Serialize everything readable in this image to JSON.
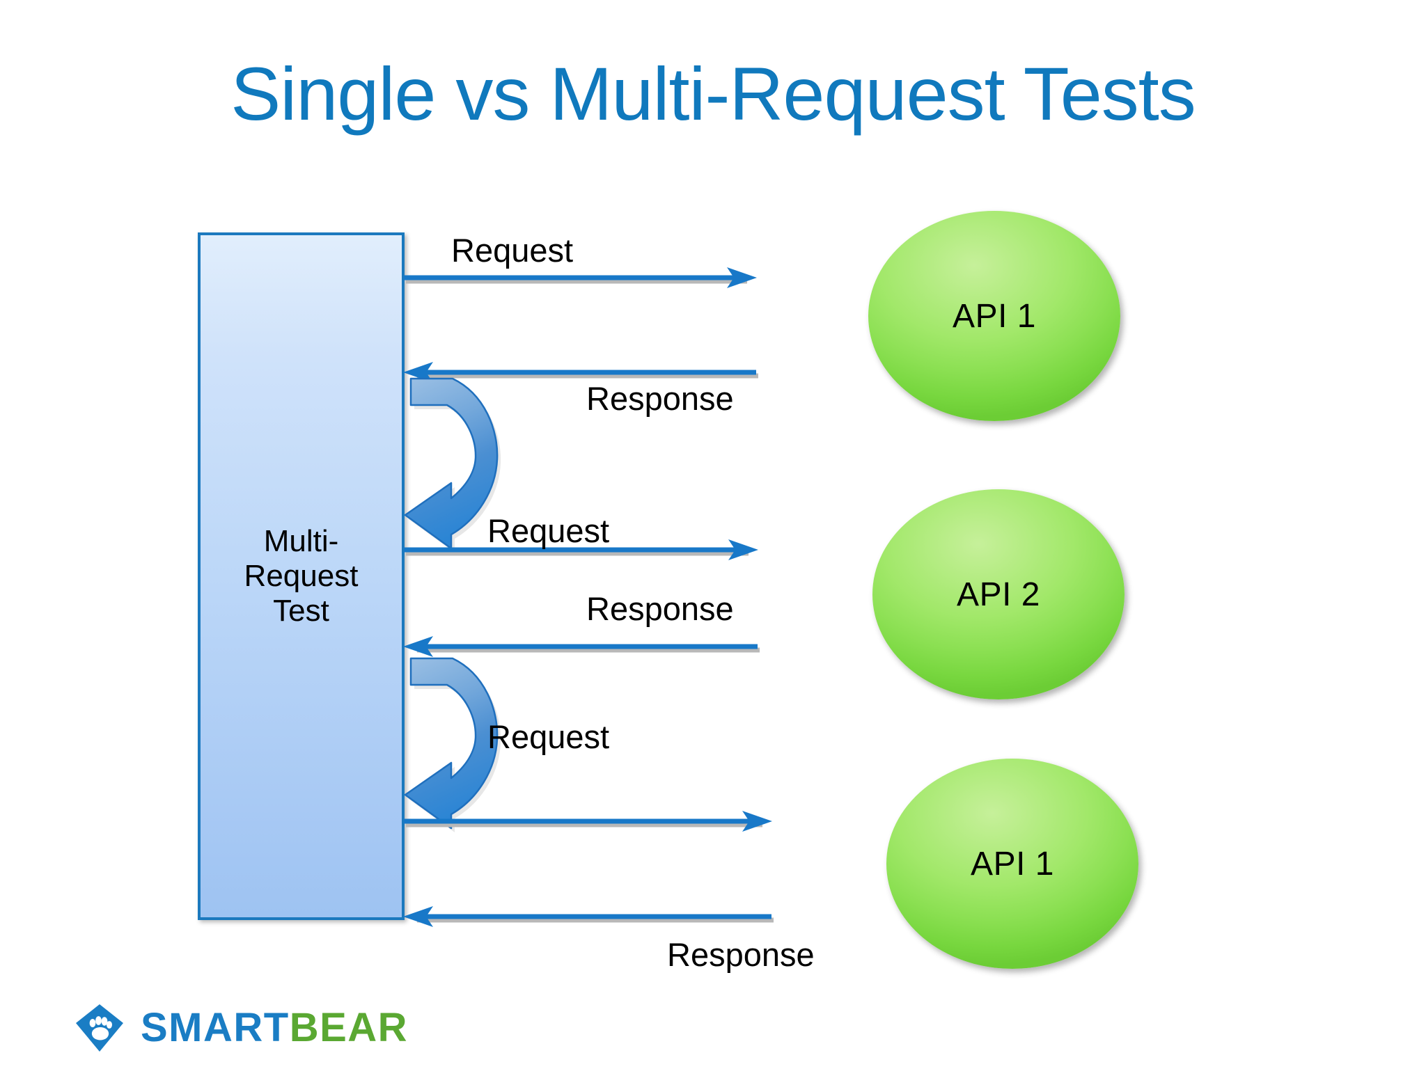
{
  "slide": {
    "title": "Single vs Multi-Request Tests",
    "title_color": "#1079bd",
    "background_color": "#ffffff"
  },
  "test_box": {
    "label": "Multi-\nRequest\nTest",
    "border_color": "#1b79be",
    "fill_top_color": "#e1eefc",
    "fill_bottom_color": "#9ec3f2"
  },
  "api_nodes": [
    {
      "label": "API 1",
      "fill_color": "#8ce053"
    },
    {
      "label": "API 2",
      "fill_color": "#8ce053"
    },
    {
      "label": "API 1",
      "fill_color": "#8ce053"
    }
  ],
  "flows": [
    {
      "label": "Request",
      "direction": "right",
      "target": "API 1"
    },
    {
      "label": "Response",
      "direction": "left",
      "target": "API 1"
    },
    {
      "label": "Request",
      "direction": "right",
      "target": "API 2"
    },
    {
      "label": "Response",
      "direction": "left",
      "target": "API 2"
    },
    {
      "label": "Request",
      "direction": "right",
      "target": "API 1"
    },
    {
      "label": "Response",
      "direction": "left",
      "target": "API 1"
    }
  ],
  "loop_arrows": [
    {
      "name": "loop-back-1"
    },
    {
      "name": "loop-back-2"
    }
  ],
  "logo": {
    "smart": "SMART",
    "bear": "BEAR",
    "smart_color": "#1a7dc4",
    "bear_color": "#5aa832"
  },
  "colors": {
    "arrow_blue": "#1878c8",
    "loop_arrow_blue": "#3e87cd",
    "green": "#8ce053"
  }
}
